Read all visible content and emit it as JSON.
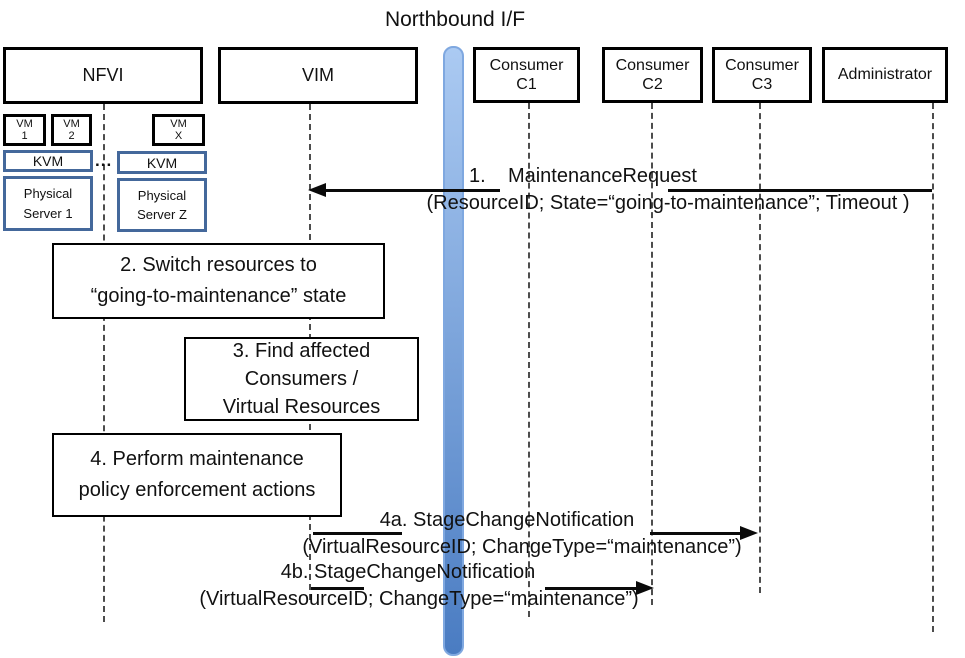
{
  "title": "Northbound I/F",
  "actors": {
    "nfvi": "NFVI",
    "vim": "VIM",
    "c1": "Consumer\nC1",
    "c2": "Consumer\nC2",
    "c3": "Consumer\nC3",
    "admin": "Administrator"
  },
  "nfvi_internals": {
    "vm1": "VM\n1",
    "vm2": "VM\n2",
    "vmx": "VM\nX",
    "kvm1": "KVM",
    "kvm2": "KVM",
    "dots": "...",
    "ps1": "Physical\nServer 1",
    "psz": "Physical\nServer Z"
  },
  "messages": {
    "m1_label": "1.    MaintenanceRequest",
    "m1_params": "(ResourceID; State=“going-to-maintenance”; Timeout )",
    "m4a_label": "4a. StageChangeNotification",
    "m4a_params": "(VirtualResourceID; ChangeType=“maintenance”)",
    "m4b_label": "4b. StageChangeNotification",
    "m4b_params": "(VirtualResourceID; ChangeType=“maintenance”)"
  },
  "actions": {
    "step2": "2. Switch resources to\n“going-to-maintenance” state",
    "step3": "3. Find affected\nConsumers /\nVirtual Resources",
    "step4": "4. Perform maintenance\npolicy enforcement actions"
  },
  "colors": {
    "accent_blue_border": "#44689b",
    "bar_gradient_top": "#abcaf2",
    "bar_gradient_bottom": "#4a7cc2",
    "line_black": "#0a0a0a",
    "lifeline_gray": "#4d4d4d"
  }
}
